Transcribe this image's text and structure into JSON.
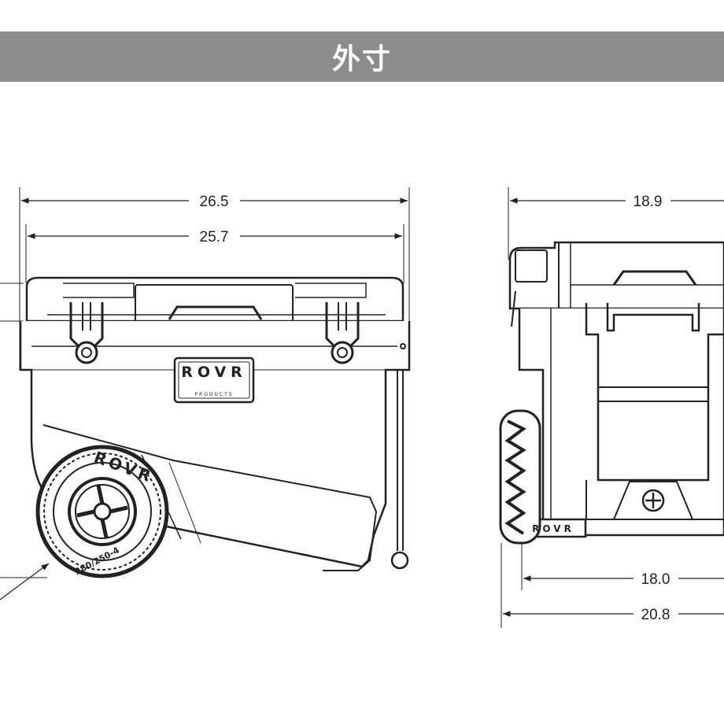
{
  "header": {
    "title": "外寸"
  },
  "dimensions": {
    "front_outer_width": "26.5",
    "front_inner_width": "25.7",
    "side_lid_depth": "18.9",
    "side_base_depth": "18.0",
    "side_overall_depth": "20.8"
  },
  "branding": {
    "logo": "ROVR",
    "logo_sub": "PRODUCTS",
    "tire_size": "280/250-4"
  },
  "colors": {
    "banner": "#8c8c8c",
    "banner_text": "#ffffff",
    "line": "#222222"
  }
}
